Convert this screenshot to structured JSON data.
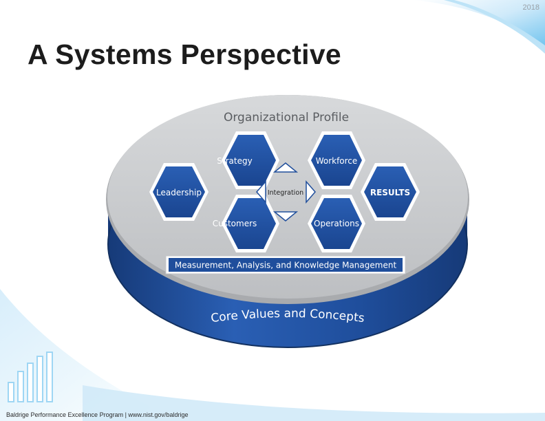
{
  "slide": {
    "year": "2018",
    "title": "A Systems Perspective",
    "footer": "Baldrige Performance Excellence Program | www.nist.gov/baldrige"
  },
  "diagram": {
    "profile_label": "Organizational Profile",
    "hexagons": {
      "strategy": "Strategy",
      "workforce": "Workforce",
      "leadership": "Leadership",
      "results": "RESULTS",
      "customers": "Customers",
      "operations": "Operations"
    },
    "integration_label": "Integration",
    "measurement_label": "Measurement, Analysis, and Knowledge Management",
    "core_values_label": "Core Values and Concepts"
  },
  "colors": {
    "accent_blue": "#1f4e9c",
    "dark_blue": "#163a78",
    "platter_gray": "#c9cbcd",
    "rim_gray": "#a9abae",
    "decor_light_blue": "#8ecff2"
  }
}
